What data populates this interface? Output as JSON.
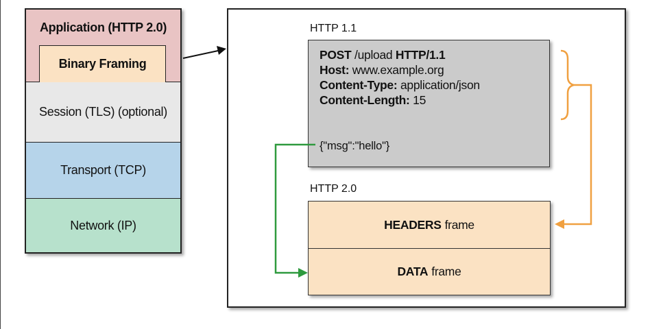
{
  "stack": {
    "application": "Application (HTTP 2.0)",
    "binary_framing": "Binary Framing",
    "session": "Session (TLS) (optional)",
    "transport": "Transport (TCP)",
    "network": "Network (IP)"
  },
  "http11": {
    "label": "HTTP 1.1",
    "lines": [
      {
        "bold": "POST",
        "text": " /upload ",
        "bold2": "HTTP/1.1"
      },
      {
        "bold": "Host:",
        "text": " www.example.org"
      },
      {
        "bold": "Content-Type:",
        "text": " application/json"
      },
      {
        "bold": "Content-Length:",
        "text": " 15"
      }
    ],
    "body": "{\"msg\":\"hello\"}"
  },
  "http20": {
    "label": "HTTP 2.0",
    "headers_bold": "HEADERS",
    "headers_text": "frame",
    "data_bold": "DATA",
    "data_text": "frame"
  },
  "colors": {
    "application": "#e9c4c4",
    "binary_framing": "#fbe2c3",
    "session": "#e8e8e8",
    "transport": "#b6d4ea",
    "network": "#b7e1cc",
    "request_box": "#cbcbcb",
    "frames": "#fbe2c3",
    "headers_arrow": "#f0a040",
    "data_arrow": "#2e9a3e"
  }
}
